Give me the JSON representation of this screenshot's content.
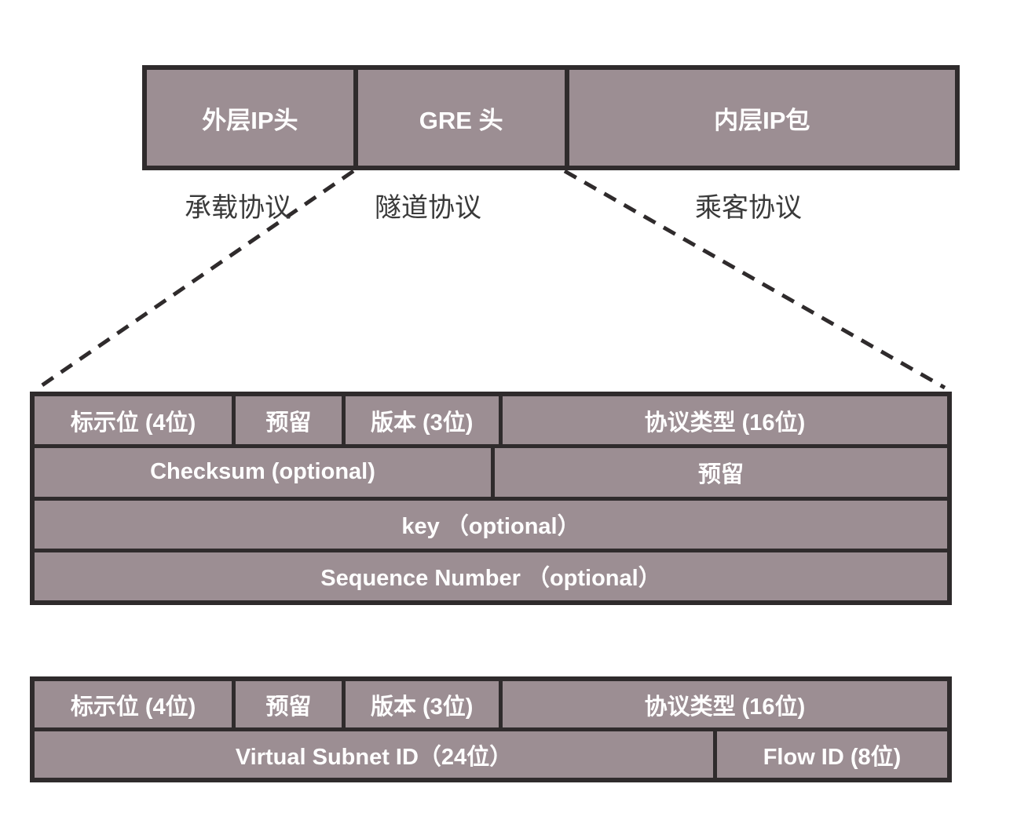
{
  "colors": {
    "box_fill": "#9c8e93",
    "border": "#2f2b2c",
    "box_text": "#ffffff",
    "caption_text": "#3a3a3a",
    "background": "#ffffff"
  },
  "top": {
    "boxes": [
      {
        "label": "外层IP头"
      },
      {
        "label": "GRE 头"
      },
      {
        "label": "内层IP包"
      }
    ],
    "captions": [
      {
        "label": "承载协议"
      },
      {
        "label": "隧道协议"
      },
      {
        "label": "乘客协议"
      }
    ]
  },
  "gre_header": {
    "row1": [
      {
        "label": "标示位 (4位)"
      },
      {
        "label": "预留"
      },
      {
        "label": "版本 (3位)"
      },
      {
        "label": "协议类型 (16位)"
      }
    ],
    "row2": [
      {
        "label": "Checksum (optional)"
      },
      {
        "label": "预留"
      }
    ],
    "row3": [
      {
        "label": "key （optional）"
      }
    ],
    "row4": [
      {
        "label": "Sequence Number （optional）"
      }
    ]
  },
  "nvgre_header": {
    "row1": [
      {
        "label": "标示位 (4位)"
      },
      {
        "label": "预留"
      },
      {
        "label": "版本 (3位)"
      },
      {
        "label": "协议类型 (16位)"
      }
    ],
    "row2": [
      {
        "label": "Virtual Subnet ID（24位）"
      },
      {
        "label": "Flow ID (8位)"
      }
    ]
  }
}
